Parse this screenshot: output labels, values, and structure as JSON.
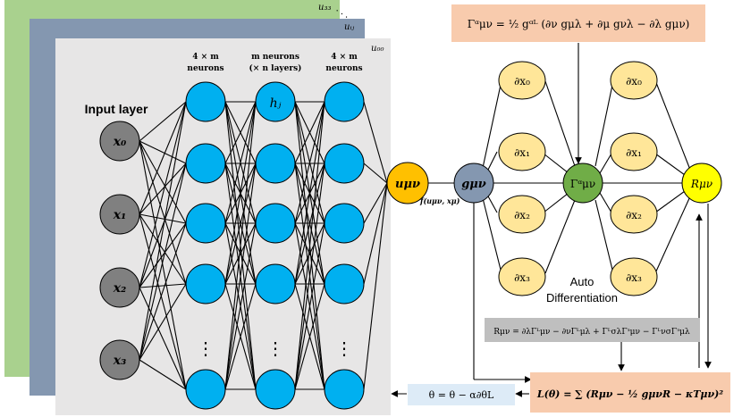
{
  "stack_labels": [
    "u₃₃",
    "uᵢⱼ",
    "u₀₀"
  ],
  "stack_dots": "· · ·",
  "input_layer": {
    "title": "Input layer",
    "nodes": [
      "x₀",
      "x₁",
      "x₂",
      "x₃"
    ]
  },
  "hidden_headers": [
    [
      "4 × m",
      "neurons"
    ],
    [
      "m neurons",
      "(× n layers)"
    ],
    [
      "4 × m",
      "neurons"
    ]
  ],
  "hidden_node_label": "hⱼ",
  "ellipsis": "⋮",
  "u_node": "uμν",
  "g_node": "gμν",
  "f_label": "f(uμν, xμ)",
  "partials": [
    "∂x₀",
    "∂x₁",
    "∂x₂",
    "∂x₃"
  ],
  "gamma_node": "Γᵅμν",
  "r_node": "Rμν",
  "auto_diff": [
    "Auto",
    "Differentiation"
  ],
  "christoffel_eq": "Γᵅμν = ½ gᵅᴸ (∂ν gμλ + ∂μ gνλ − ∂λ gμν)",
  "ricci_eq": "Rμν = ∂λΓᴸμν − ∂νΓᴸμλ + ΓᴸσλΓᶟμν − ΓᴸνσΓᶟμλ",
  "loss_eq": "L(θ) = ∑ (Rμν − ½ gμνR − κTμν)²",
  "update_eq": "θ = θ  − α∂θL",
  "colors": {
    "panel_green": "#a9d18e",
    "panel_blue": "#8497b0",
    "panel_gray": "#e7e6e6",
    "input_node": "#808080",
    "hidden_node": "#00b0f0",
    "u_node": "#ffc000",
    "g_node": "#8497b0",
    "partial_node": "#ffe699",
    "gamma_node": "#70ad47",
    "r_node": "#ffff00",
    "eq_peach": "#f8cbad",
    "eq_gray": "#bfbfbf",
    "eq_blue": "#ddebf7"
  }
}
